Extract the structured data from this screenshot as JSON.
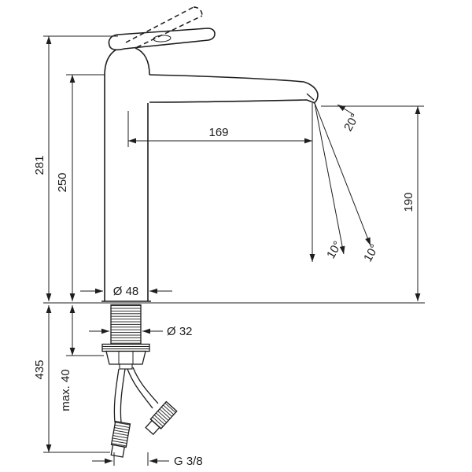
{
  "drawing": {
    "labels": {
      "total_height": "281",
      "height_to_spout": "250",
      "spout_reach": "169",
      "outlet_height": "190",
      "stream_angle": "20°",
      "swivel_angle_left": "10°",
      "swivel_angle_right": "10°",
      "base_diameter": "Ø 48",
      "shank_diameter": "Ø 32",
      "hose_length": "435",
      "max_mounting_thickness": "max. 40",
      "connection_thread": "G 3/8"
    },
    "colors": {
      "line": "#1d1d1b",
      "background": "#ffffff"
    }
  }
}
